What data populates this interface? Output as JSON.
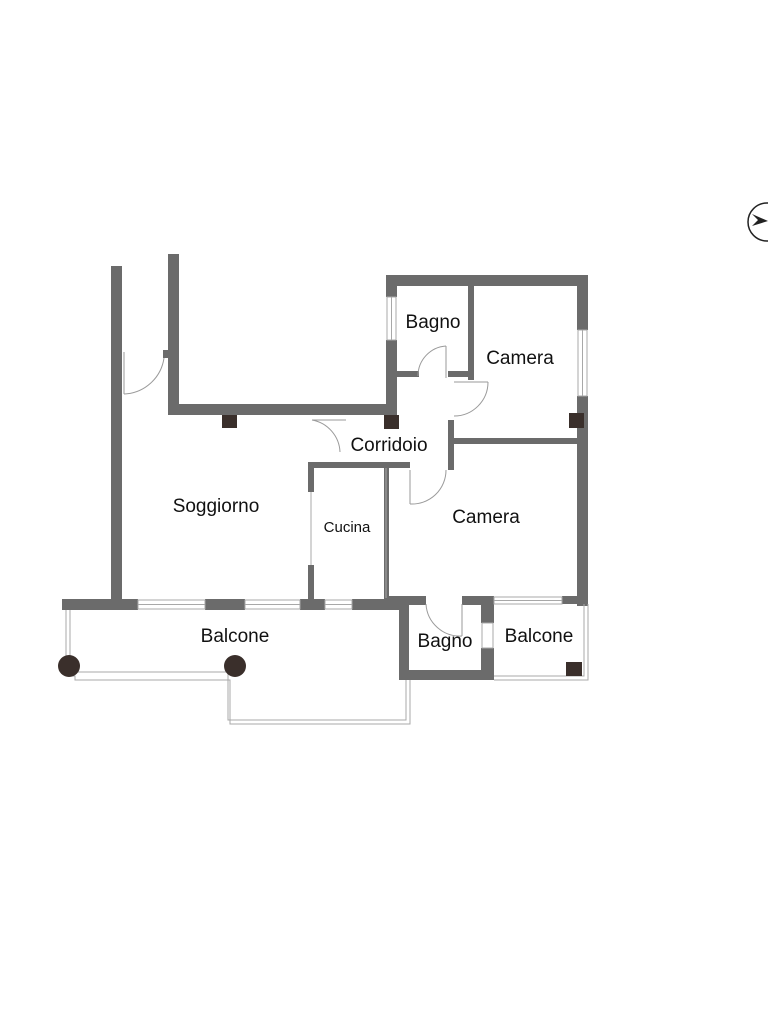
{
  "rooms": {
    "bagno_top": "Bagno",
    "camera_top": "Camera",
    "corridoio": "Corridoio",
    "soggiorno": "Soggiorno",
    "cucina": "Cucina",
    "camera_bottom": "Camera",
    "balcone_main": "Balcone",
    "bagno_bottom": "Bagno",
    "balcone_small": "Balcone"
  },
  "compass": {
    "icon": "north-arrow-icon"
  },
  "colors": {
    "wall": "#6b6b6b",
    "pillar": "#3a2f2b",
    "thin_line": "#a8a8a8"
  }
}
